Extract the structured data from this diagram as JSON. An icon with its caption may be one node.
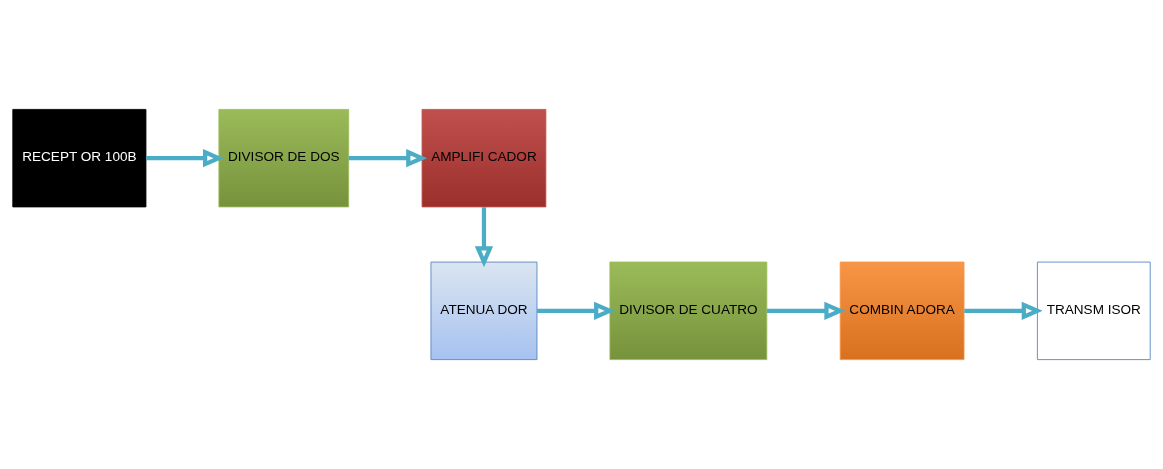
{
  "diagram": {
    "nodes": [
      {
        "text": [
          "RECEPT OR 100B"
        ]
      },
      {
        "text": [
          "DIVISOR DE DOS"
        ]
      },
      {
        "text": [
          "AMPLIFI CADOR"
        ]
      },
      {
        "text": [
          "ATENUA DOR"
        ]
      },
      {
        "text": [
          "DIVISOR DE CUATRO"
        ]
      },
      {
        "text": [
          "COMBIN ADORA"
        ]
      },
      {
        "text": [
          "TRANSM ISOR"
        ]
      }
    ],
    "edges": [
      {
        "from": 0,
        "to": 1,
        "arrow": "to"
      },
      {
        "from": 1,
        "to": 2,
        "arrow": "to"
      },
      {
        "from": 2,
        "to": 3,
        "arrow": "to"
      },
      {
        "from": 3,
        "to": 4,
        "arrow": "to"
      },
      {
        "from": 4,
        "to": 5,
        "arrow": "to"
      },
      {
        "from": 5,
        "to": 6,
        "arrow": "to"
      }
    ]
  }
}
